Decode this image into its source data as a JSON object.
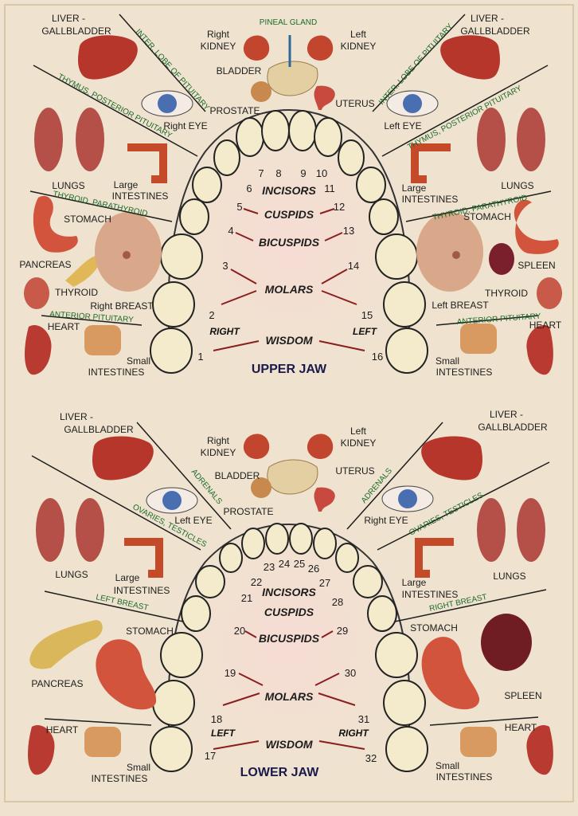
{
  "upper": {
    "title": "UPPER JAW",
    "side_left": "RIGHT",
    "side_right": "LEFT",
    "tooth_types": [
      "INCISORS",
      "CUSPIDS",
      "BICUSPIDS",
      "MOLARS",
      "WISDOM"
    ],
    "numbers": [
      "1",
      "2",
      "3",
      "4",
      "5",
      "6",
      "7",
      "8",
      "9",
      "10",
      "11",
      "12",
      "13",
      "14",
      "15",
      "16"
    ],
    "organs_left": [
      "LIVER -",
      "GALLBLADDER",
      "LUNGS",
      "Large",
      "INTESTINES",
      "STOMACH",
      "PANCREAS",
      "THYROID",
      "Right BREAST",
      "HEART",
      "Small",
      "INTESTINES",
      "Right",
      "KIDNEY",
      "BLADDER",
      "PROSTATE",
      "Right EYE"
    ],
    "organs_right": [
      "LIVER -",
      "GALLBLADDER",
      "LUNGS",
      "Large",
      "INTESTINES",
      "STOMACH",
      "SPLEEN",
      "THYROID",
      "Left BREAST",
      "HEART",
      "Small",
      "INTESTINES",
      "Left",
      "KIDNEY",
      "UTERUS",
      "Left EYE"
    ],
    "glands_left": [
      "INTER. LOBE OF PITUITARY",
      "THYMUS, POSTERIOR PITUITARY",
      "THYROID, PARATHYROID",
      "ANTERIOR PITUITARY"
    ],
    "glands_right": [
      "INTER. LOBE OF PITUITARY",
      "THYMUS, POSTERIOR PITUITARY",
      "THYROID, PARATHYROID",
      "ANTERIOR PITUITARY"
    ],
    "center_gland": "PINEAL GLAND"
  },
  "lower": {
    "title": "LOWER JAW",
    "side_left": "LEFT",
    "side_right": "RIGHT",
    "tooth_types": [
      "INCISORS",
      "CUSPIDS",
      "BICUSPIDS",
      "MOLARS",
      "WISDOM"
    ],
    "numbers": [
      "17",
      "18",
      "19",
      "20",
      "21",
      "22",
      "23",
      "24",
      "25",
      "26",
      "27",
      "28",
      "29",
      "30",
      "31",
      "32"
    ],
    "organs_left": [
      "LIVER -",
      "GALLBLADDER",
      "LUNGS",
      "Large",
      "INTESTINES",
      "STOMACH",
      "PANCREAS",
      "HEART",
      "Small",
      "INTESTINES",
      "Right",
      "KIDNEY",
      "BLADDER",
      "PROSTATE",
      "Left EYE"
    ],
    "organs_right": [
      "LIVER -",
      "GALLBLADDER",
      "LUNGS",
      "Large",
      "INTESTINES",
      "STOMACH",
      "SPLEEN",
      "HEART",
      "Small",
      "INTESTINES",
      "Left",
      "KIDNEY",
      "UTERUS",
      "Right EYE"
    ],
    "glands_left": [
      "ADRENALS",
      "OVARIES, TESTICLES",
      "LEFT BREAST"
    ],
    "glands_right": [
      "ADRENALS",
      "OVARIES, TESTICLES",
      "RIGHT BREAST"
    ]
  },
  "colors": {
    "background": "#efe3cf",
    "organ_red": "#b6362b",
    "tooth": "#f3ebcc",
    "line": "#8a1f1f",
    "gland_text": "#1a6a2a"
  }
}
